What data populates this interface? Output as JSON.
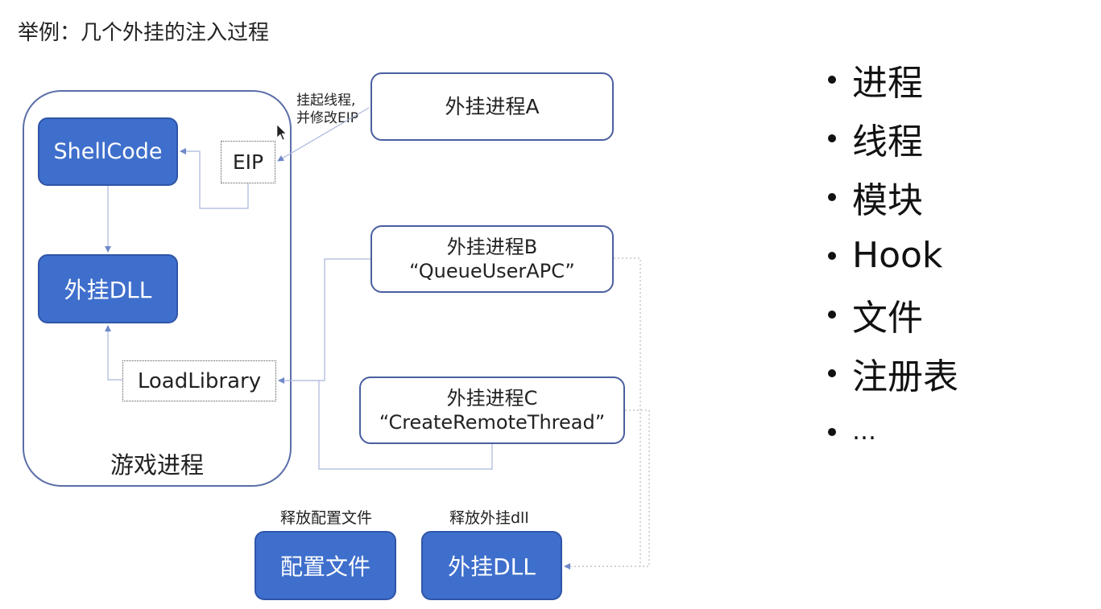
{
  "title": "举例：几个外挂的注入过程",
  "game_process": {
    "label": "游戏进程",
    "shellcode": "ShellCode",
    "eip": "EIP",
    "dll": "外挂DLL",
    "loadlibrary": "LoadLibrary"
  },
  "note": {
    "line1": "挂起线程,",
    "line2": "并修改EIP"
  },
  "processes": {
    "a": {
      "line1": "外挂进程A"
    },
    "b": {
      "line1": "外挂进程B",
      "line2": "“QueueUserAPC”"
    },
    "c": {
      "line1": "外挂进程C",
      "line2": "“CreateRemoteThread”"
    }
  },
  "release": {
    "config_caption": "释放配置文件",
    "config_box": "配置文件",
    "dll_caption": "释放外挂dll",
    "dll_box": "外挂DLL"
  },
  "bullets": [
    "进程",
    "线程",
    "模块",
    "Hook",
    "文件",
    "注册表",
    "…"
  ],
  "colors": {
    "box_fill": "#3f6fcc",
    "box_border": "#2f55a8",
    "outline": "#5b6ea8",
    "arrow": "#6f88c9"
  }
}
